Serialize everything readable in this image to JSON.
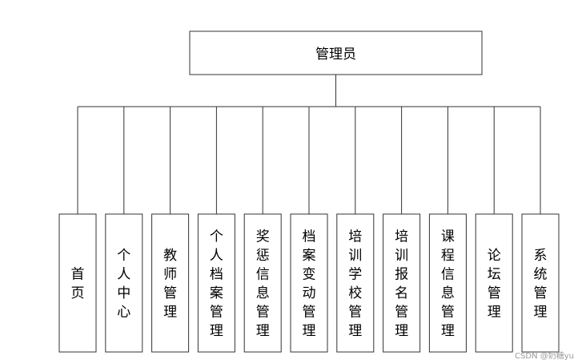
{
  "root": {
    "label": "管理员"
  },
  "children": [
    {
      "label": "首页"
    },
    {
      "label": "个人中心"
    },
    {
      "label": "教师管理"
    },
    {
      "label": "个人档案管理"
    },
    {
      "label": "奖惩信息管理"
    },
    {
      "label": "档案变动管理"
    },
    {
      "label": "培训学校管理"
    },
    {
      "label": "培训报名管理"
    },
    {
      "label": "课程信息管理"
    },
    {
      "label": "论坛管理"
    },
    {
      "label": "系统管理"
    }
  ],
  "watermark": "CSDN @奶糖yu",
  "colors": {
    "stroke": "#333333",
    "text": "#000000",
    "background": "#ffffff",
    "watermark": "#9a9a9a"
  }
}
